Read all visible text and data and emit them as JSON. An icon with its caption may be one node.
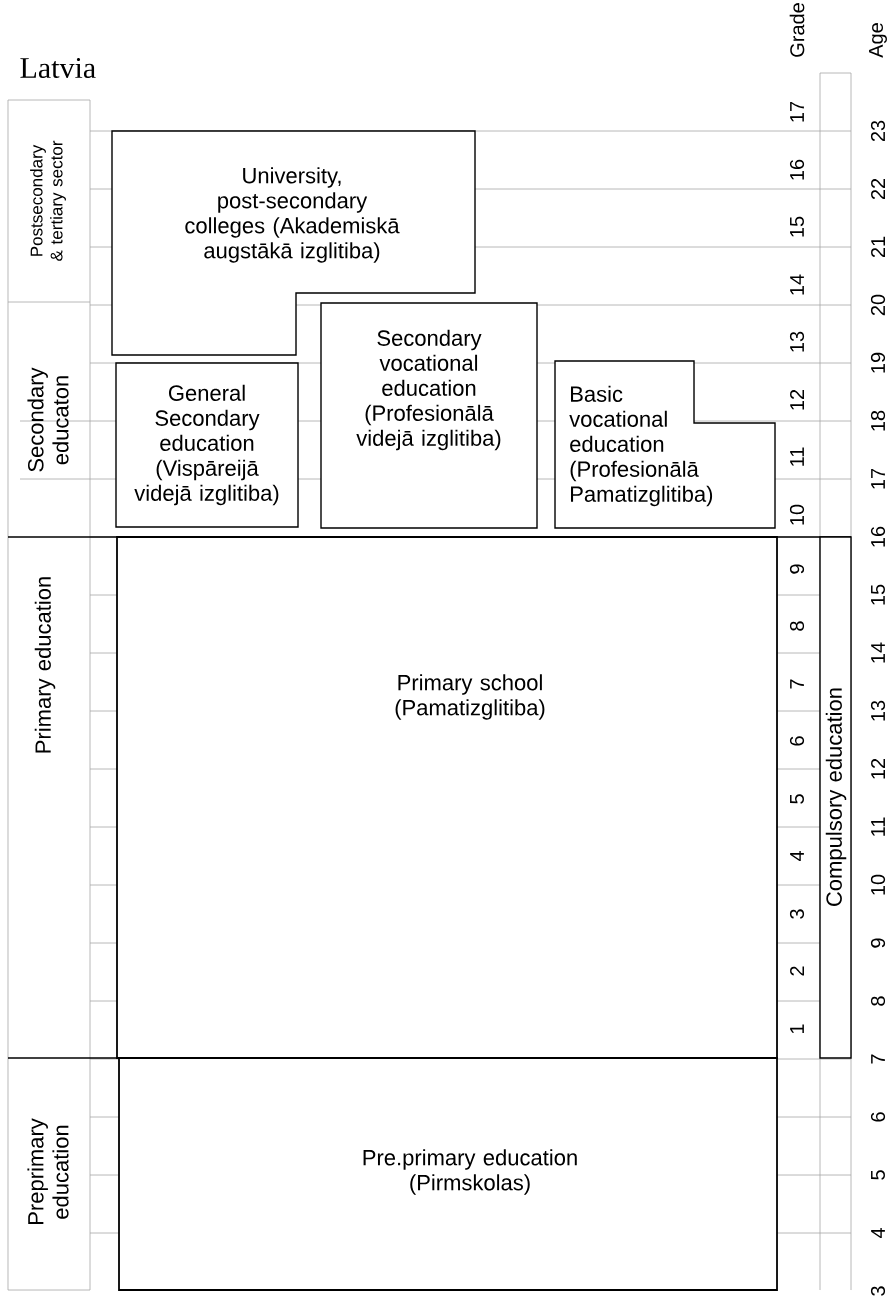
{
  "diagram": {
    "title": "Latvia",
    "nodes": [
      {
        "text": [
          "Postsecondary & tertiary sector"
        ]
      },
      {
        "text": [
          "University, post-secondary colleges (Akademiskā augstākā izglitiba)"
        ]
      },
      {
        "text": [
          "Secondary educaton"
        ]
      },
      {
        "text": [
          "General Secondary education (Vispāreijā videjā izglitiba)"
        ]
      },
      {
        "text": [
          "Secondary vocational education (Profesionālā videjā izglitiba)"
        ]
      },
      {
        "text": [
          "Basic vocational education (Profesionālā Pamatizglitiba)"
        ]
      },
      {
        "text": [
          "Primary education"
        ]
      },
      {
        "text": [
          "Primary school (Pamatizglitiba)"
        ]
      },
      {
        "text": [
          "Compulsory education"
        ]
      },
      {
        "text": [
          "Preprimary education"
        ]
      },
      {
        "text": [
          "Pre.primary education (Pirmskolas)"
        ]
      }
    ],
    "labels": [
      "Grade",
      "Age",
      "17",
      "16",
      "15",
      "14",
      "13",
      "12",
      "11",
      "10",
      "9",
      "8",
      "7",
      "6",
      "5",
      "4",
      "3",
      "2",
      "1",
      "23",
      "22",
      "21",
      "20",
      "19",
      "18",
      "17",
      "16",
      "15",
      "14",
      "13",
      "12",
      "11",
      "10",
      "9",
      "8",
      "7",
      "6",
      "5",
      "4",
      "3"
    ]
  }
}
